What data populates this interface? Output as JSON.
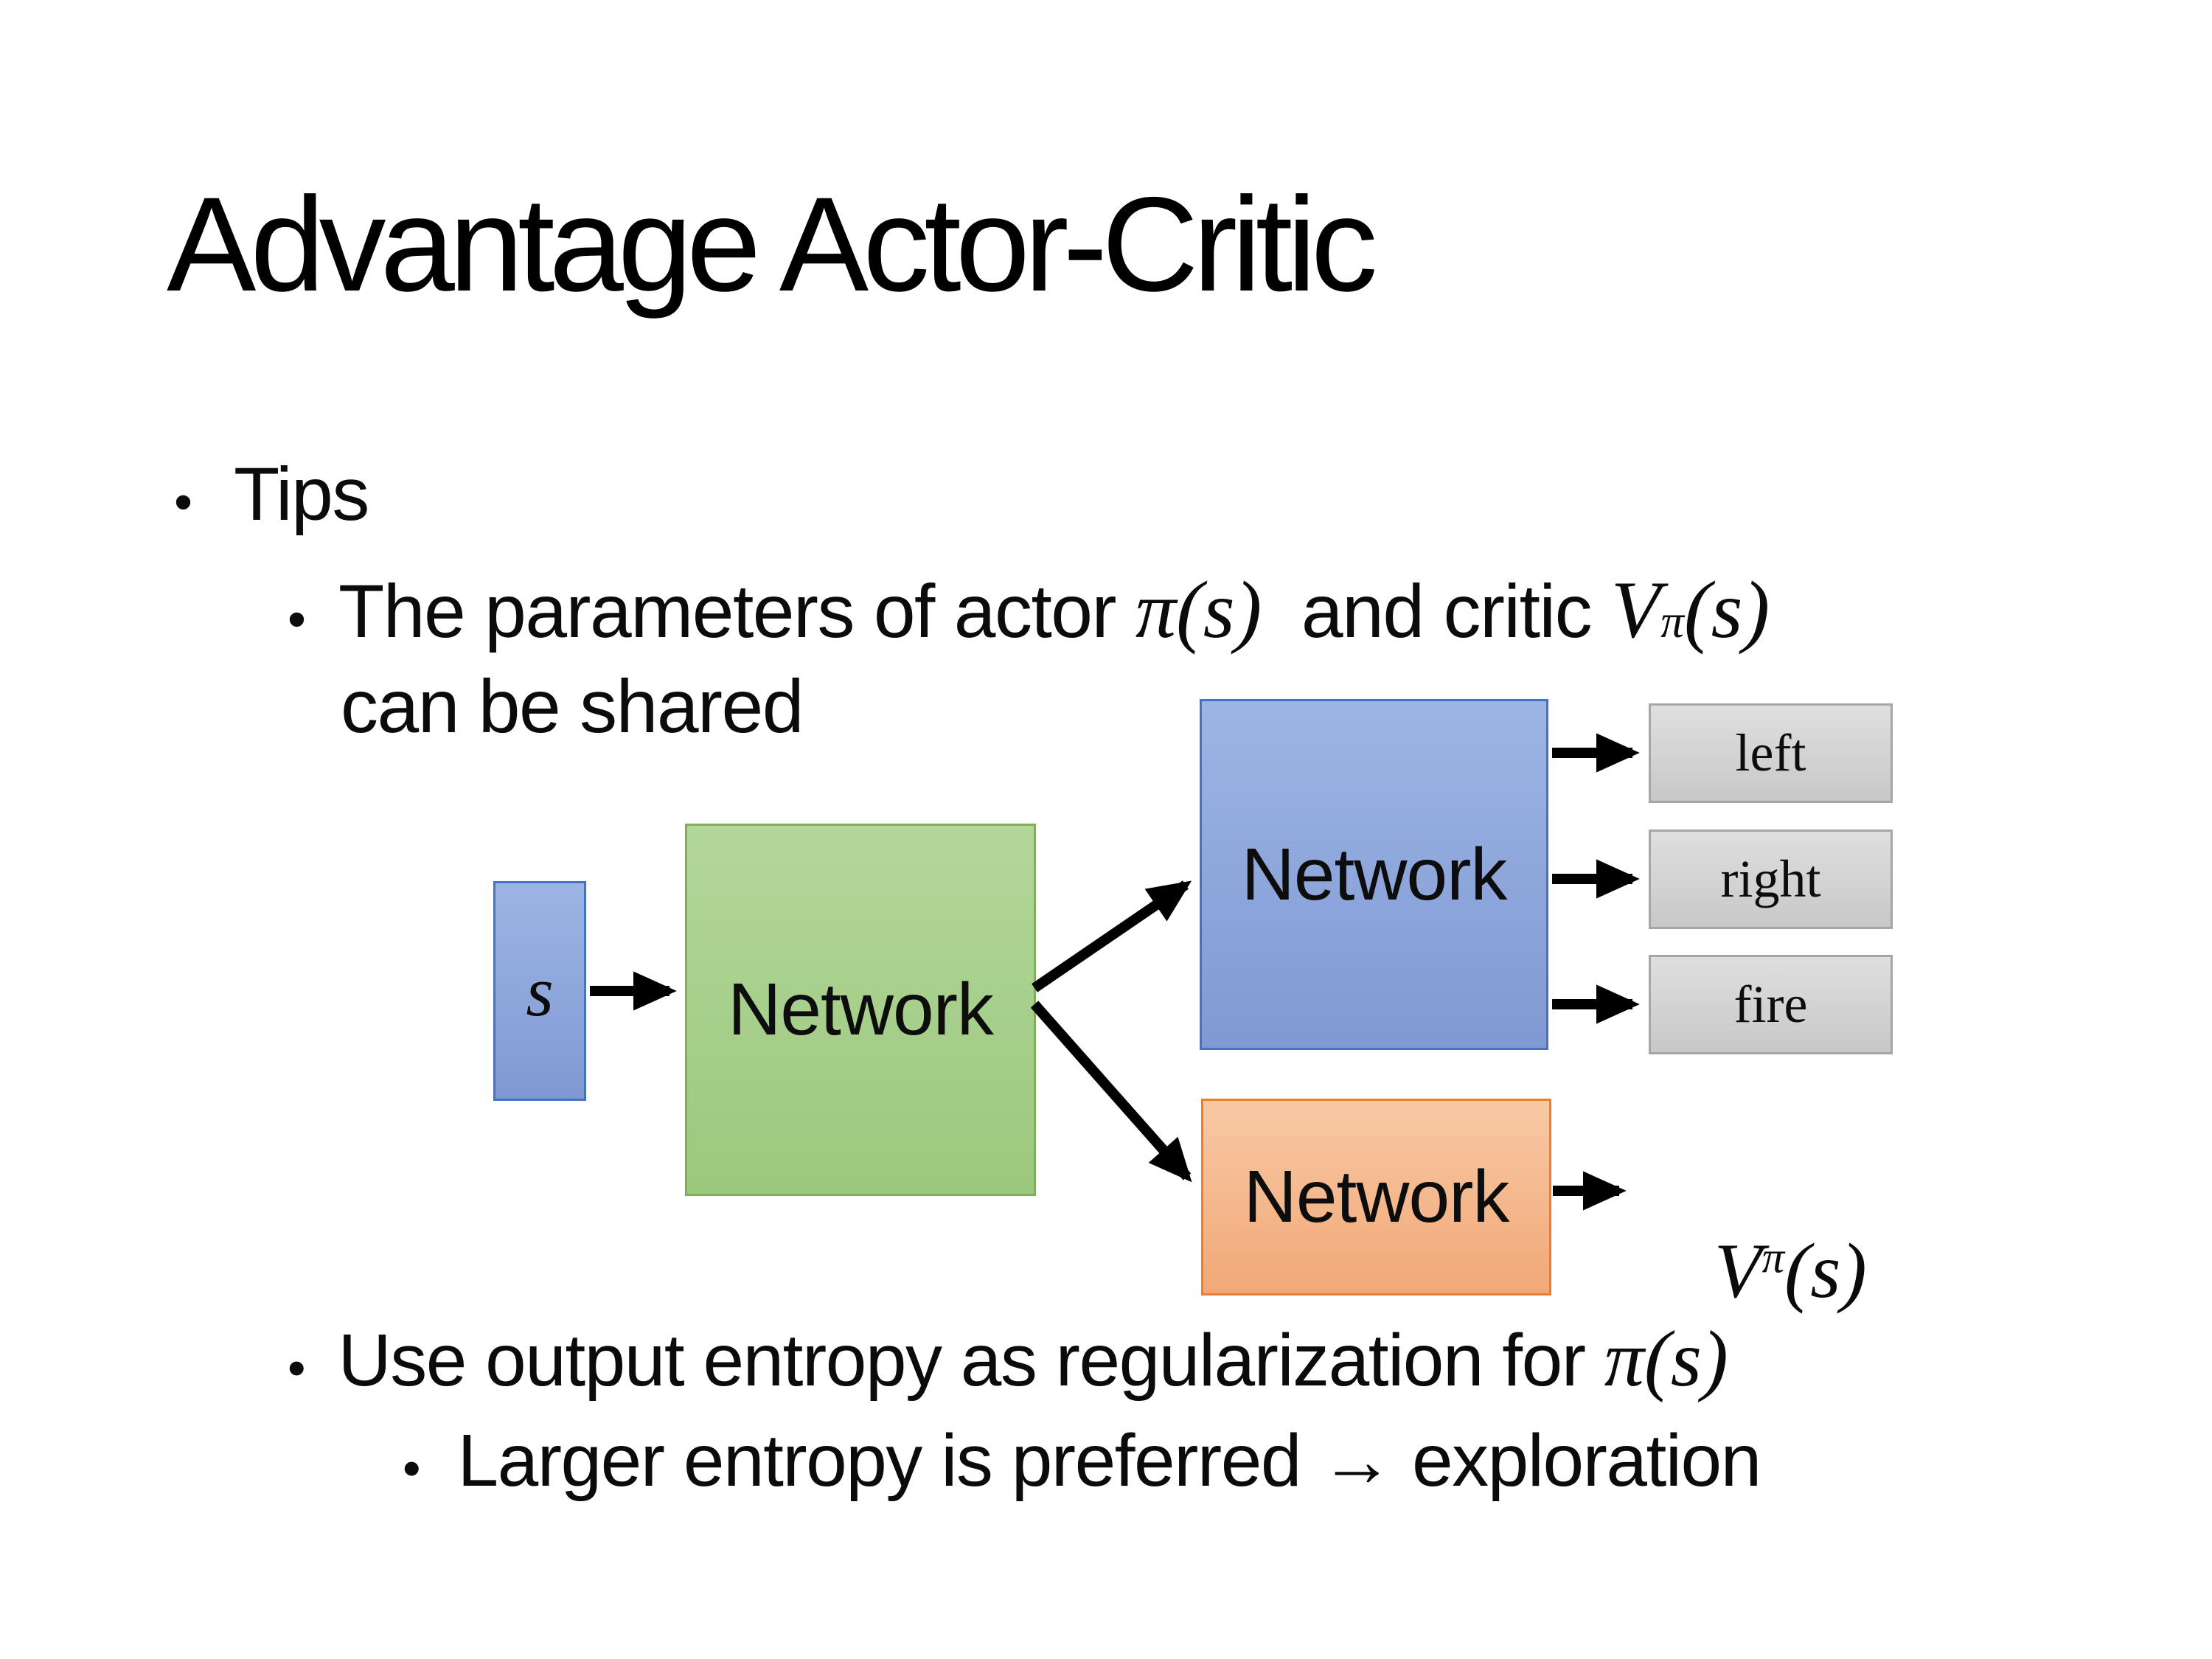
{
  "slide": {
    "title": "Advantage Actor-Critic",
    "bullet_char": "•",
    "bullets": {
      "tips": "Tips",
      "params_pre": "The parameters of actor ",
      "params_actor_math": "π(s)",
      "params_mid": "  and critic ",
      "params_critic_v": "V",
      "params_critic_sup": "π",
      "params_critic_tail": "(s)",
      "params_line2": "can be shared",
      "entropy_pre": "Use output entropy as regularization for ",
      "entropy_math": "π(s)",
      "larger_entropy": "Larger entropy is preferred → exploration"
    },
    "diagram": {
      "state_label": "s",
      "shared_network_label": "Network",
      "actor_network_label": "Network",
      "critic_network_label": "Network",
      "action_left": "left",
      "action_right": "right",
      "action_fire": "fire",
      "value_v": "V",
      "value_sup": "π",
      "value_tail": "(s)",
      "colors": {
        "state_fill": "#8FAADC",
        "state_border": "#4472C4",
        "shared_fill": "#A9D18E",
        "shared_border": "#70AD47",
        "actor_fill": "#8FAADC",
        "actor_border": "#4472C4",
        "critic_fill": "#F4B183",
        "critic_border": "#ED7D31",
        "action_fill": "#D9D9D9",
        "action_border": "#A6A6A6",
        "arrow": "#000000"
      }
    }
  }
}
